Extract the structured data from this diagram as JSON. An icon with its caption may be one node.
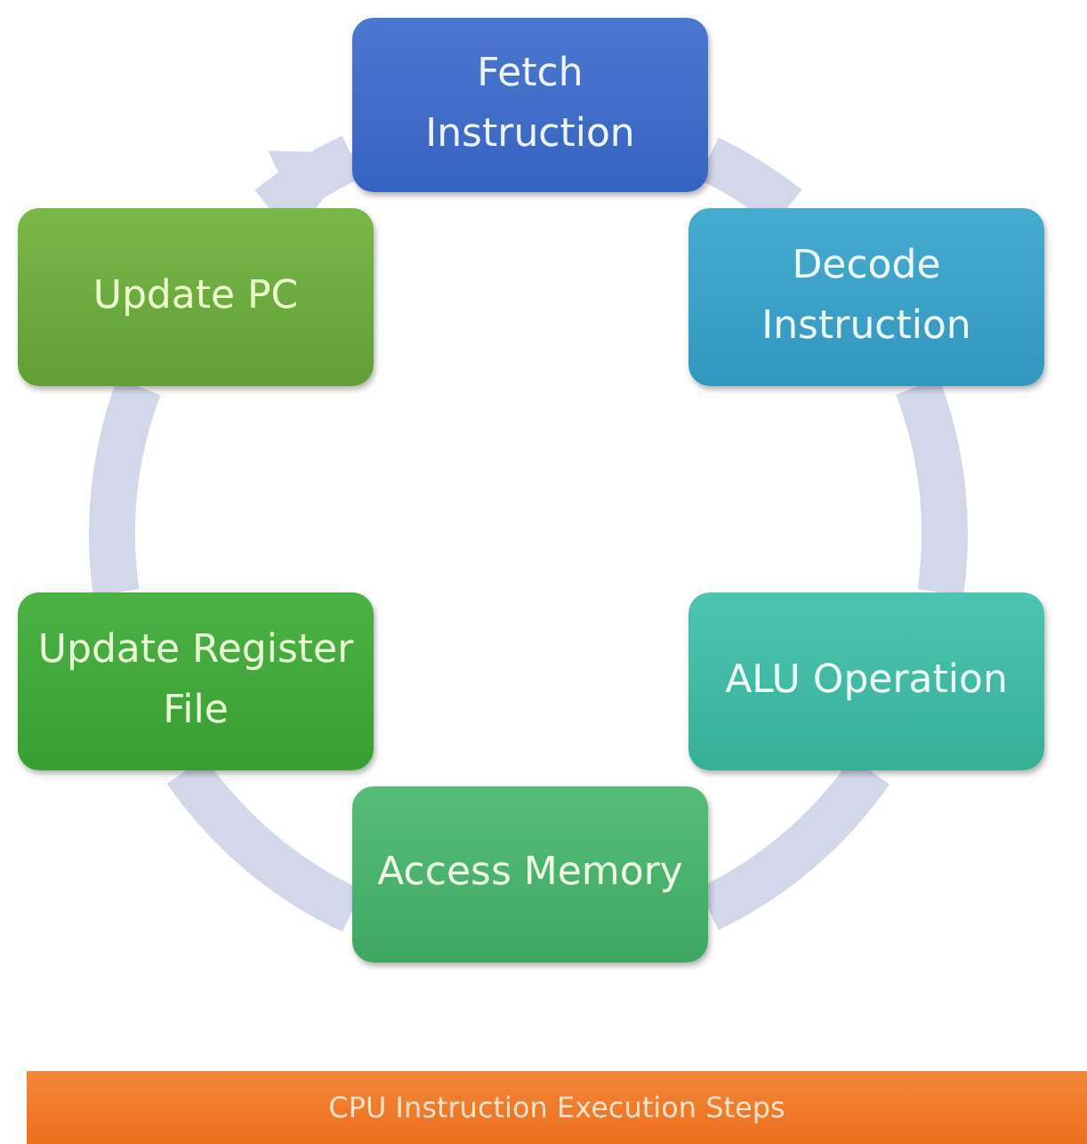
{
  "diagram": {
    "caption": "CPU Instruction Execution Steps",
    "nodes": [
      {
        "text": [
          "Fetch Instruction"
        ]
      },
      {
        "text": [
          "Decode Instruction"
        ]
      },
      {
        "text": [
          "ALU Operation"
        ]
      },
      {
        "text": [
          "Access Memory"
        ]
      },
      {
        "text": [
          "Update Register File"
        ]
      },
      {
        "text": [
          "Update PC"
        ]
      }
    ],
    "edges": [
      {
        "from": 0,
        "to": 1,
        "arrow": "none"
      },
      {
        "from": 1,
        "to": 2,
        "arrow": "none"
      },
      {
        "from": 2,
        "to": 3,
        "arrow": "none"
      },
      {
        "from": 3,
        "to": 4,
        "arrow": "none"
      },
      {
        "from": 4,
        "to": 5,
        "arrow": "none"
      },
      {
        "from": 5,
        "to": 0,
        "arrow": "to"
      }
    ]
  }
}
